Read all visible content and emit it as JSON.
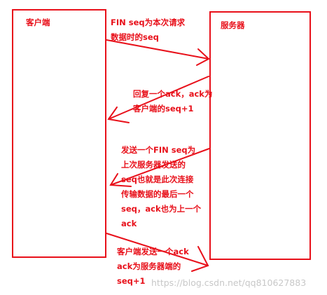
{
  "client": {
    "title": "客户端"
  },
  "server": {
    "title": "服务器"
  },
  "messages": [
    {
      "lines": [
        "FIN seq为本次请求",
        "数据时的seq"
      ]
    },
    {
      "lines": [
        "回复一个ack，ack为",
        "客户端的seq+1"
      ]
    },
    {
      "lines": [
        "发送一个FIN seq为",
        "上次服务器发送的",
        "seq也就是此次连接",
        "传输数据的最后一个",
        "seq，ack也为上一个",
        "ack"
      ]
    },
    {
      "lines": [
        "客户端发送一个ack",
        "ack为服务器端的",
        "seq+1"
      ]
    }
  ],
  "watermark": "https://blog.csdn.net/qq810627883",
  "colors": {
    "ink": "#e8101a",
    "watermark": "#c8c8c8"
  }
}
